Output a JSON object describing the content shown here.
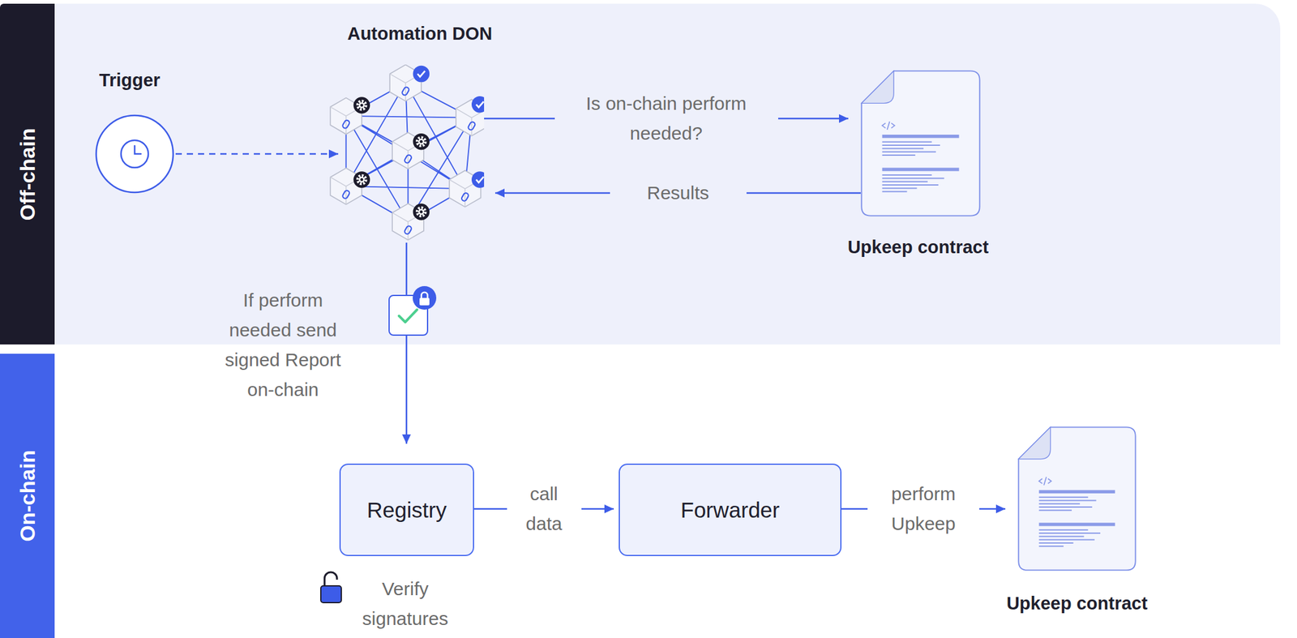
{
  "diagram": {
    "nodes": [
      {
        "text": [
          "Off-chain"
        ]
      },
      {
        "text": [
          "Trigger"
        ]
      },
      {
        "text": [
          "Automation DON"
        ]
      },
      {
        "text": [
          "Upkeep contract"
        ]
      },
      {
        "text": [
          "On-chain"
        ]
      },
      {
        "text": [
          "Registry"
        ]
      },
      {
        "text": [
          "Forwarder"
        ]
      },
      {
        "text": [
          "Upkeep contract"
        ]
      }
    ],
    "edges": [
      {
        "from": 1,
        "to": 2,
        "arrow": "to"
      },
      {
        "from": 2,
        "to": 3,
        "label": "Is on-chain perform needed?",
        "arrow": "to"
      },
      {
        "from": 3,
        "to": 2,
        "label": "Results",
        "arrow": "to"
      },
      {
        "from": 2,
        "to": 5,
        "label": "If perform needed send signed Report on-chain",
        "arrow": "to"
      },
      {
        "from": 5,
        "to": 6,
        "label": "call data",
        "arrow": "to"
      },
      {
        "from": 6,
        "to": 7,
        "label": "perform Upkeep",
        "arrow": "to"
      }
    ],
    "labels": [
      "Verify signatures"
    ]
  }
}
